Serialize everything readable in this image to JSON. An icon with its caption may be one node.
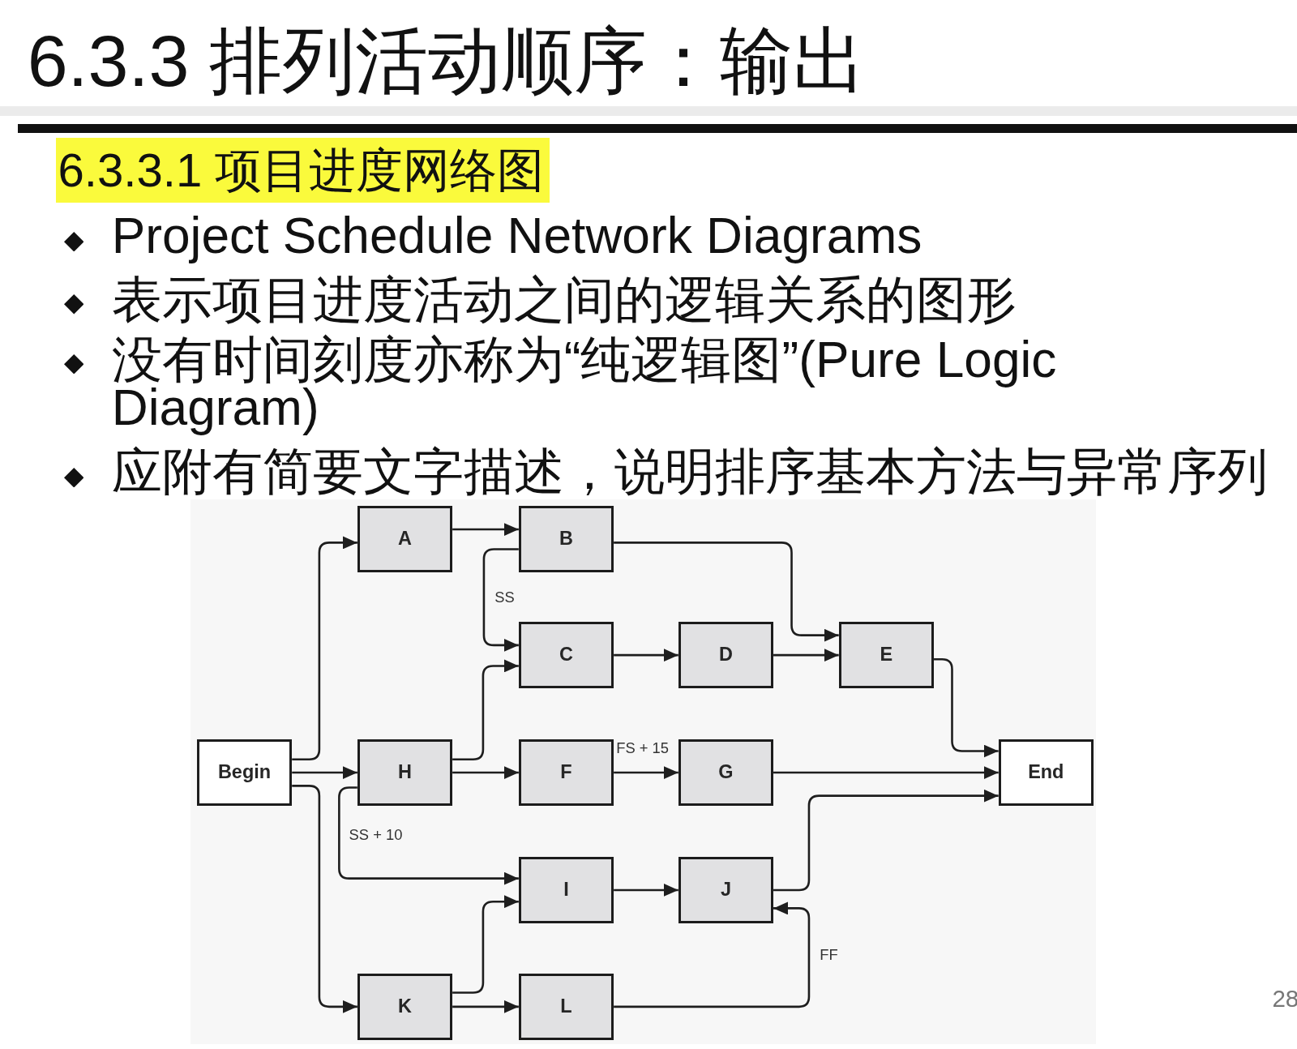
{
  "diagram": {
    "title": "6.3.3 排列活动顺序：输出",
    "nodes": [
      {
        "text": [
          "A"
        ]
      },
      {
        "text": [
          "B"
        ]
      },
      {
        "text": [
          "C"
        ]
      },
      {
        "text": [
          "D"
        ]
      },
      {
        "text": [
          "E"
        ]
      },
      {
        "text": [
          "Begin"
        ]
      },
      {
        "text": [
          "H"
        ]
      },
      {
        "text": [
          "F"
        ]
      },
      {
        "text": [
          "G"
        ]
      },
      {
        "text": [
          "End"
        ]
      },
      {
        "text": [
          "I"
        ]
      },
      {
        "text": [
          "J"
        ]
      },
      {
        "text": [
          "K"
        ]
      },
      {
        "text": [
          "L"
        ]
      }
    ],
    "edges": [
      {
        "from": 5,
        "to": 0,
        "arrow": "to"
      },
      {
        "from": 5,
        "to": 6,
        "arrow": "to"
      },
      {
        "from": 5,
        "to": 12,
        "arrow": "to"
      },
      {
        "from": 0,
        "to": 1,
        "arrow": "to"
      },
      {
        "from": 1,
        "to": 2,
        "arrow": "to",
        "label": "SS"
      },
      {
        "from": 1,
        "to": 4,
        "arrow": "to"
      },
      {
        "from": 2,
        "to": 3,
        "arrow": "to"
      },
      {
        "from": 3,
        "to": 4,
        "arrow": "to"
      },
      {
        "from": 4,
        "to": 9,
        "arrow": "to"
      },
      {
        "from": 6,
        "to": 2,
        "arrow": "to"
      },
      {
        "from": 6,
        "to": 7,
        "arrow": "to"
      },
      {
        "from": 6,
        "to": 10,
        "arrow": "to",
        "label": "SS + 10"
      },
      {
        "from": 7,
        "to": 8,
        "arrow": "to",
        "label": "FS + 15"
      },
      {
        "from": 8,
        "to": 9,
        "arrow": "to"
      },
      {
        "from": 10,
        "to": 11,
        "arrow": "to"
      },
      {
        "from": 11,
        "to": 9,
        "arrow": "to"
      },
      {
        "from": 12,
        "to": 10,
        "arrow": "to"
      },
      {
        "from": 12,
        "to": 13,
        "arrow": "to"
      },
      {
        "from": 13,
        "to": 11,
        "arrow": "to",
        "label": "FF"
      }
    ],
    "labels": [
      "6.3.3.1 项目进度网络图",
      "Project Schedule Network Diagrams",
      "表示项目进度活动之间的逻辑关系的图形",
      "没有时间刻度亦称为“纯逻辑图”(Pure Logic Diagram)",
      "应附有简要文字描述，说明排序基本方法与异常序列",
      "28"
    ]
  }
}
